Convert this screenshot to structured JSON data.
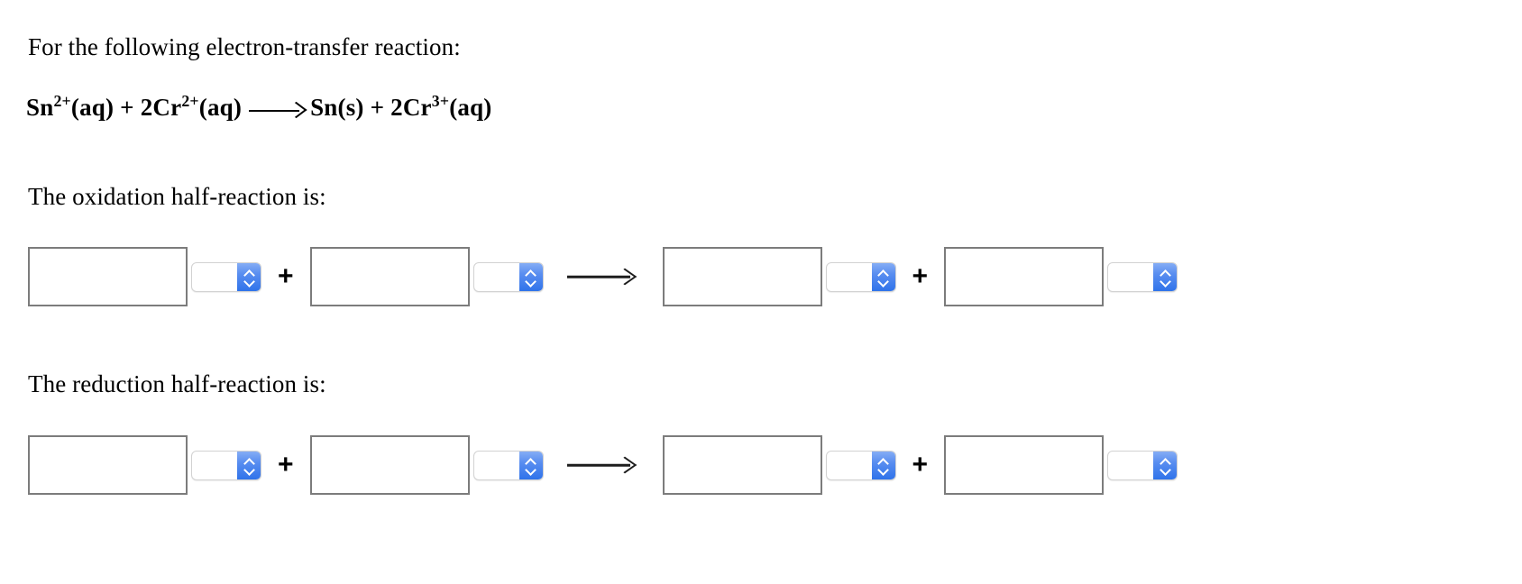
{
  "prompt": {
    "intro": "For the following electron-transfer reaction:",
    "oxidation_label": "The oxidation half-reaction is:",
    "reduction_label": "The reduction half-reaction is:"
  },
  "equation": {
    "reactant_1": {
      "symbol": "Sn",
      "charge": "2+",
      "phase": "(aq)"
    },
    "plus_1": "+",
    "reactant_2": {
      "coefficient": "2",
      "symbol": "Cr",
      "charge": "2+",
      "phase": "(aq)"
    },
    "arrow": "⟶",
    "product_1": {
      "symbol": "Sn",
      "charge": "",
      "phase": "(s)"
    },
    "plus_2": "+",
    "product_2": {
      "coefficient": "2",
      "symbol": "Cr",
      "charge": "3+",
      "phase": "(aq)"
    },
    "plain_text": "Sn2+(aq) + 2Cr2+(aq) ⟶ Sn(s) + 2Cr3+(aq)"
  },
  "colors": {
    "stepper_blue": "#3d7ef0",
    "box_border": "#7c7c7c",
    "select_border": "#d2d2d2",
    "text": "#000000",
    "page_background": "#ffffff"
  },
  "icons": {
    "chevron_up": "chevron-up-icon",
    "chevron_down": "chevron-down-icon",
    "arrow_right": "arrow-right-icon"
  },
  "rows": [
    {
      "id": "oxidation",
      "terms": [
        {
          "formula_value": "",
          "formula_placeholder": "",
          "state_value": "",
          "state_placeholder": ""
        },
        {
          "formula_value": "",
          "formula_placeholder": "",
          "state_value": "",
          "state_placeholder": ""
        },
        {
          "formula_value": "",
          "formula_placeholder": "",
          "state_value": "",
          "state_placeholder": ""
        },
        {
          "formula_value": "",
          "formula_placeholder": "",
          "state_value": "",
          "state_placeholder": ""
        }
      ],
      "plus_label": "+",
      "arrow_label": "⟶"
    },
    {
      "id": "reduction",
      "terms": [
        {
          "formula_value": "",
          "formula_placeholder": "",
          "state_value": "",
          "state_placeholder": ""
        },
        {
          "formula_value": "",
          "formula_placeholder": "",
          "state_value": "",
          "state_placeholder": ""
        },
        {
          "formula_value": "",
          "formula_placeholder": "",
          "state_value": "",
          "state_placeholder": ""
        },
        {
          "formula_value": "",
          "formula_placeholder": "",
          "state_value": "",
          "state_placeholder": ""
        }
      ],
      "plus_label": "+",
      "arrow_label": "⟶"
    }
  ]
}
